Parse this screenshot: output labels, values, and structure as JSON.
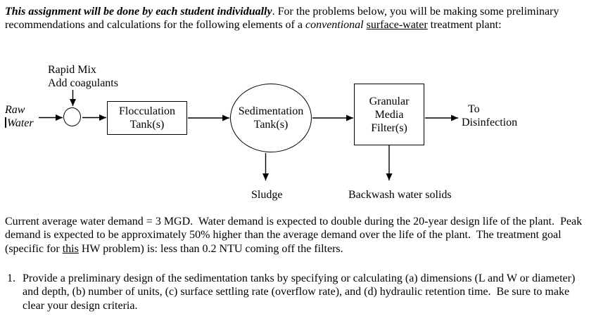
{
  "page": {
    "background": "#ffffff",
    "text_color": "#000000",
    "line_color": "#000000"
  },
  "paragraphs": {
    "intro": [
      {
        "text": "This assignment will be done by each student individually",
        "style": "bi"
      },
      {
        "text": ". For the problems below, you will be making some preliminary recommendations and calculations for the following elements of a ",
        "style": ""
      },
      {
        "text": "conventional",
        "style": "i"
      },
      {
        "text": " ",
        "style": ""
      },
      {
        "text": "surface-water",
        "style": "u"
      },
      {
        "text": " treatment plant:",
        "style": ""
      }
    ],
    "demand": [
      {
        "text": "Current average water demand = 3 MGD.  Water demand is expected to double during the 20-year design life of the plant.  Peak demand is expected to be approximately 50% higher than the average demand over the life of the plant.  The treatment goal (specific for ",
        "style": ""
      },
      {
        "text": "this",
        "style": "u"
      },
      {
        "text": " HW problem) is: less than 0.2 NTU coming off the filters.",
        "style": ""
      }
    ]
  },
  "problems": [
    {
      "number": "1.",
      "text": "Provide a preliminary design of the sedimentation tanks by specifying or calculating (a) dimensions (L and W or diameter) and depth, (b) number of units, (c) surface settling rate (overflow rate), and (d) hydraulic retention time.  Be sure to make clear your design criteria."
    }
  ],
  "diagram": {
    "rapid_mix_label": [
      "Rapid Mix",
      "Add coagulants"
    ],
    "raw_water_label": [
      "Raw",
      "Water"
    ],
    "flocculation_box": [
      "Flocculation",
      "Tank(s)"
    ],
    "sedimentation_ellipse": [
      "Sedimentation",
      "Tank(s)"
    ],
    "granular_box": [
      "Granular",
      "Media",
      "Filter(s)"
    ],
    "to_disinfection_label": [
      "To",
      "Disinfection"
    ],
    "sludge_label": "Sludge",
    "backwash_label": "Backwash water solids",
    "flow": [
      "Raw Water -> Rapid Mix",
      "Add coagulants -> Rapid Mix",
      "Rapid Mix -> Flocculation Tank(s)",
      "Flocculation Tank(s) -> Sedimentation Tank(s)",
      "Sedimentation Tank(s) -> Granular Media Filter(s)",
      "Granular Media Filter(s) -> To Disinfection",
      "Sedimentation Tank(s) -> Sludge",
      "Granular Media Filter(s) -> Backwash water solids"
    ]
  }
}
